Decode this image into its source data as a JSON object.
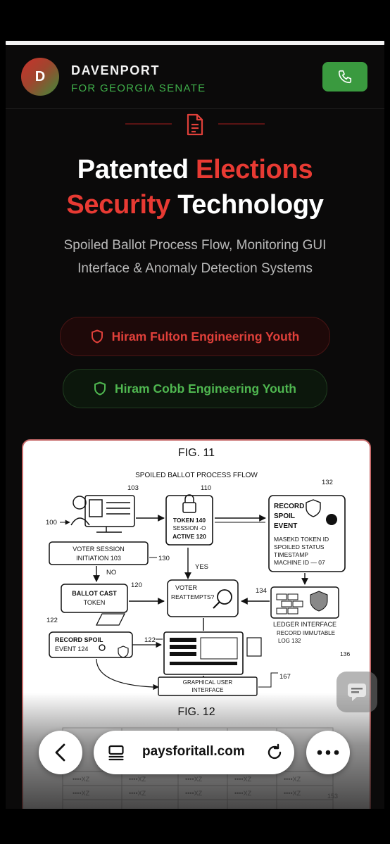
{
  "header": {
    "avatar_letter": "D",
    "brand_name": "DAVENPORT",
    "brand_sub": "FOR GEORGIA SENATE"
  },
  "hero": {
    "title_part1": "Patented",
    "title_part2": "Elections",
    "title_part3": "Security",
    "title_part4": "Technology",
    "subtitle_line1": "Spoiled Ballot Process Flow, Monitoring GUI",
    "subtitle_line2": "Interface & Anomaly Detection Systems"
  },
  "badges": {
    "red_label": "Hiram Fulton Engineering Youth",
    "green_label": "Hiram Cobb Engineering Youth"
  },
  "figure": {
    "fig11": "FIG. 11",
    "flow_title": "SPOILED BALLOT PROCESS FFLOW",
    "ref_103": "103",
    "ref_110": "110",
    "ref_132": "132",
    "ref_100": "100",
    "token_line1": "TOKEN 140",
    "token_line2": "SESSION -O",
    "token_line3": "ACTIVE 120",
    "record_line1": "RECORD",
    "record_line2": "SPOIL",
    "record_line3": "EVENT",
    "bullet1": "MASEKD TOKEN ID",
    "bullet2": "SPOILED STATUS",
    "bullet3": "TIMESTAMP",
    "bullet4": "MACHINE ID — 07",
    "voter_session_line1": "VOTER SESSION",
    "voter_session_line2": "INITIATION 103",
    "ref_130": "130",
    "yes": "YES",
    "no": "NO",
    "ref_120": "120",
    "ballot_line1": "BALLOT CAST",
    "ballot_line2": "TOKEN",
    "voter_line1": "VOTER",
    "voter_line2": "REATTEMPTS?",
    "ref_134": "134",
    "ledger": "LEDGER INTERFACE",
    "ref_122a": "122",
    "record2_line1": "RECORD SPOIL",
    "record2_line2": "EVENT 124",
    "ref_122b": "122",
    "immut_line1": "RECORD IMMUTABLE",
    "immut_line2": "LOG 132",
    "ref_136": "136",
    "gui_line1": "GRAPHICAL USER",
    "gui_line2": "INTERFACE",
    "ref_167": "167",
    "fig12": "FIG. 12",
    "ref_153": "153",
    "masked": "••••XZ"
  },
  "browser": {
    "url": "paysforitall.com"
  },
  "colors": {
    "accent_red": "#e83a33",
    "accent_green": "#3fae4a",
    "call_button": "#3a9a3f"
  }
}
